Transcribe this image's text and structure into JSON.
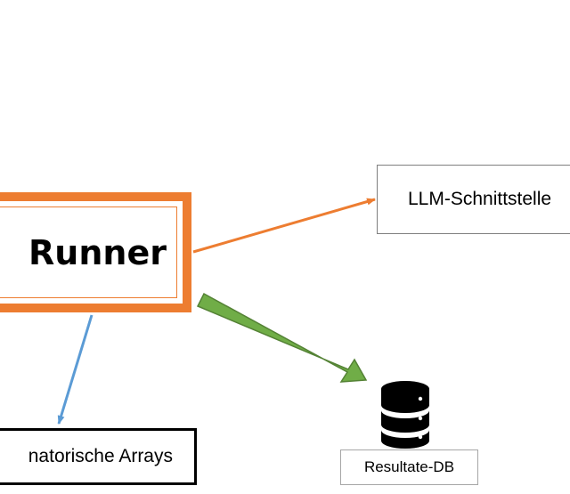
{
  "diagram": {
    "runner": {
      "label": "Runner"
    },
    "llm_interface": {
      "label": "LLM-Schnittstelle"
    },
    "combinatorial_arrays": {
      "label": "natorische Arrays"
    },
    "results_db": {
      "label": "Resultate-DB",
      "icon": "database-icon"
    },
    "edges": [
      {
        "from": "runner",
        "to": "llm_interface",
        "color": "#ed7d31",
        "style": "thin-arrow"
      },
      {
        "from": "runner",
        "to": "results_db",
        "color": "#70ad47",
        "style": "block-arrow"
      },
      {
        "from": "runner",
        "to": "combinatorial_arrays",
        "color": "#5b9bd5",
        "style": "thin-arrow"
      }
    ]
  }
}
